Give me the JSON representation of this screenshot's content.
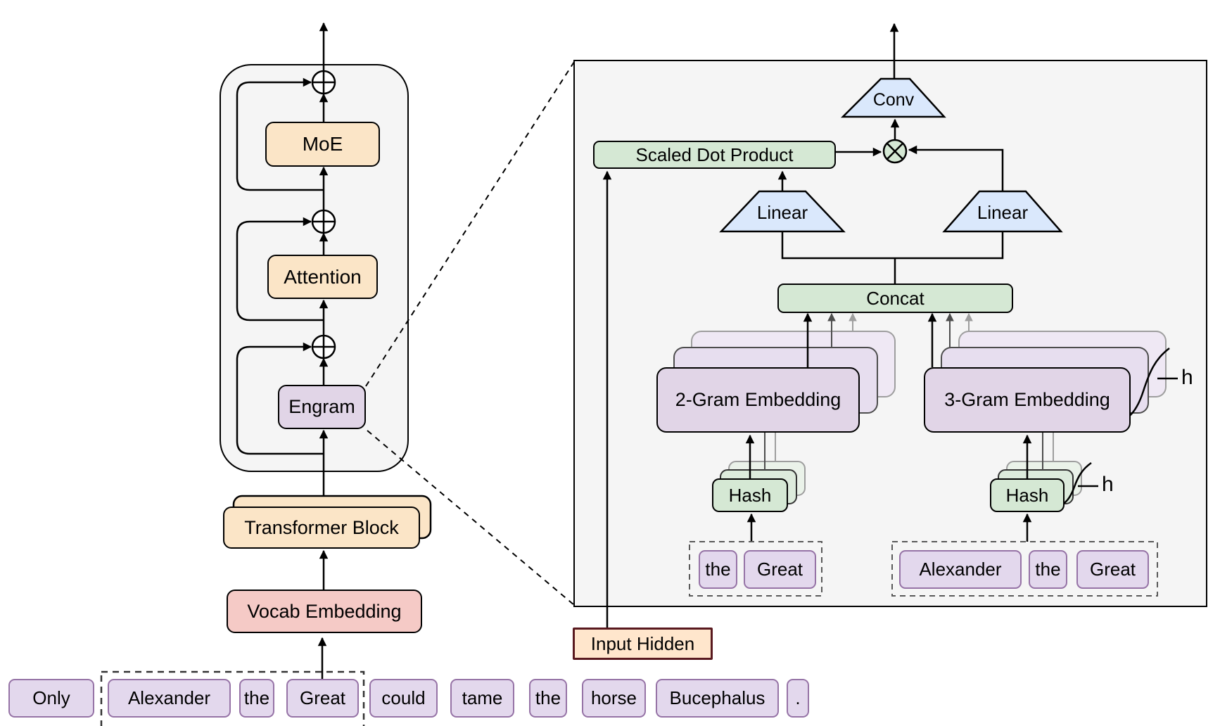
{
  "left_diagram": {
    "moe": "MoE",
    "attention": "Attention",
    "engram": "Engram",
    "transformer_block": "Transformer Block",
    "vocab_embedding": "Vocab Embedding"
  },
  "detail_panel": {
    "conv": "Conv",
    "scaled_dot_product": "Scaled Dot Product",
    "linear_left": "Linear",
    "linear_right": "Linear",
    "concat": "Concat",
    "two_gram_embedding": "2-Gram Embedding",
    "three_gram_embedding": "3-Gram Embedding",
    "hash_left": "Hash",
    "hash_right": "Hash",
    "heads_label_embedding": "h",
    "heads_label_hash": "h",
    "bigram_tokens": [
      "the",
      "Great"
    ],
    "trigram_tokens": [
      "Alexander",
      "the",
      "Great"
    ]
  },
  "input_hidden_label": "Input Hidden",
  "sentence": {
    "tokens": [
      "Only",
      "Alexander",
      "the",
      "Great",
      "could",
      "tame",
      "the",
      "horse",
      "Bucephalus",
      "."
    ]
  },
  "colors": {
    "block_orange": "#FBE5C7",
    "block_purple": "#E1D5E7",
    "block_green": "#D5E8D4",
    "block_blue": "#DAE8FC",
    "block_pink": "#F5CAC6",
    "token_fill": "#E3D8ED",
    "token_border": "#9673A6",
    "panel_fill": "#F5F5F5",
    "input_hidden_border": "#59191F"
  }
}
